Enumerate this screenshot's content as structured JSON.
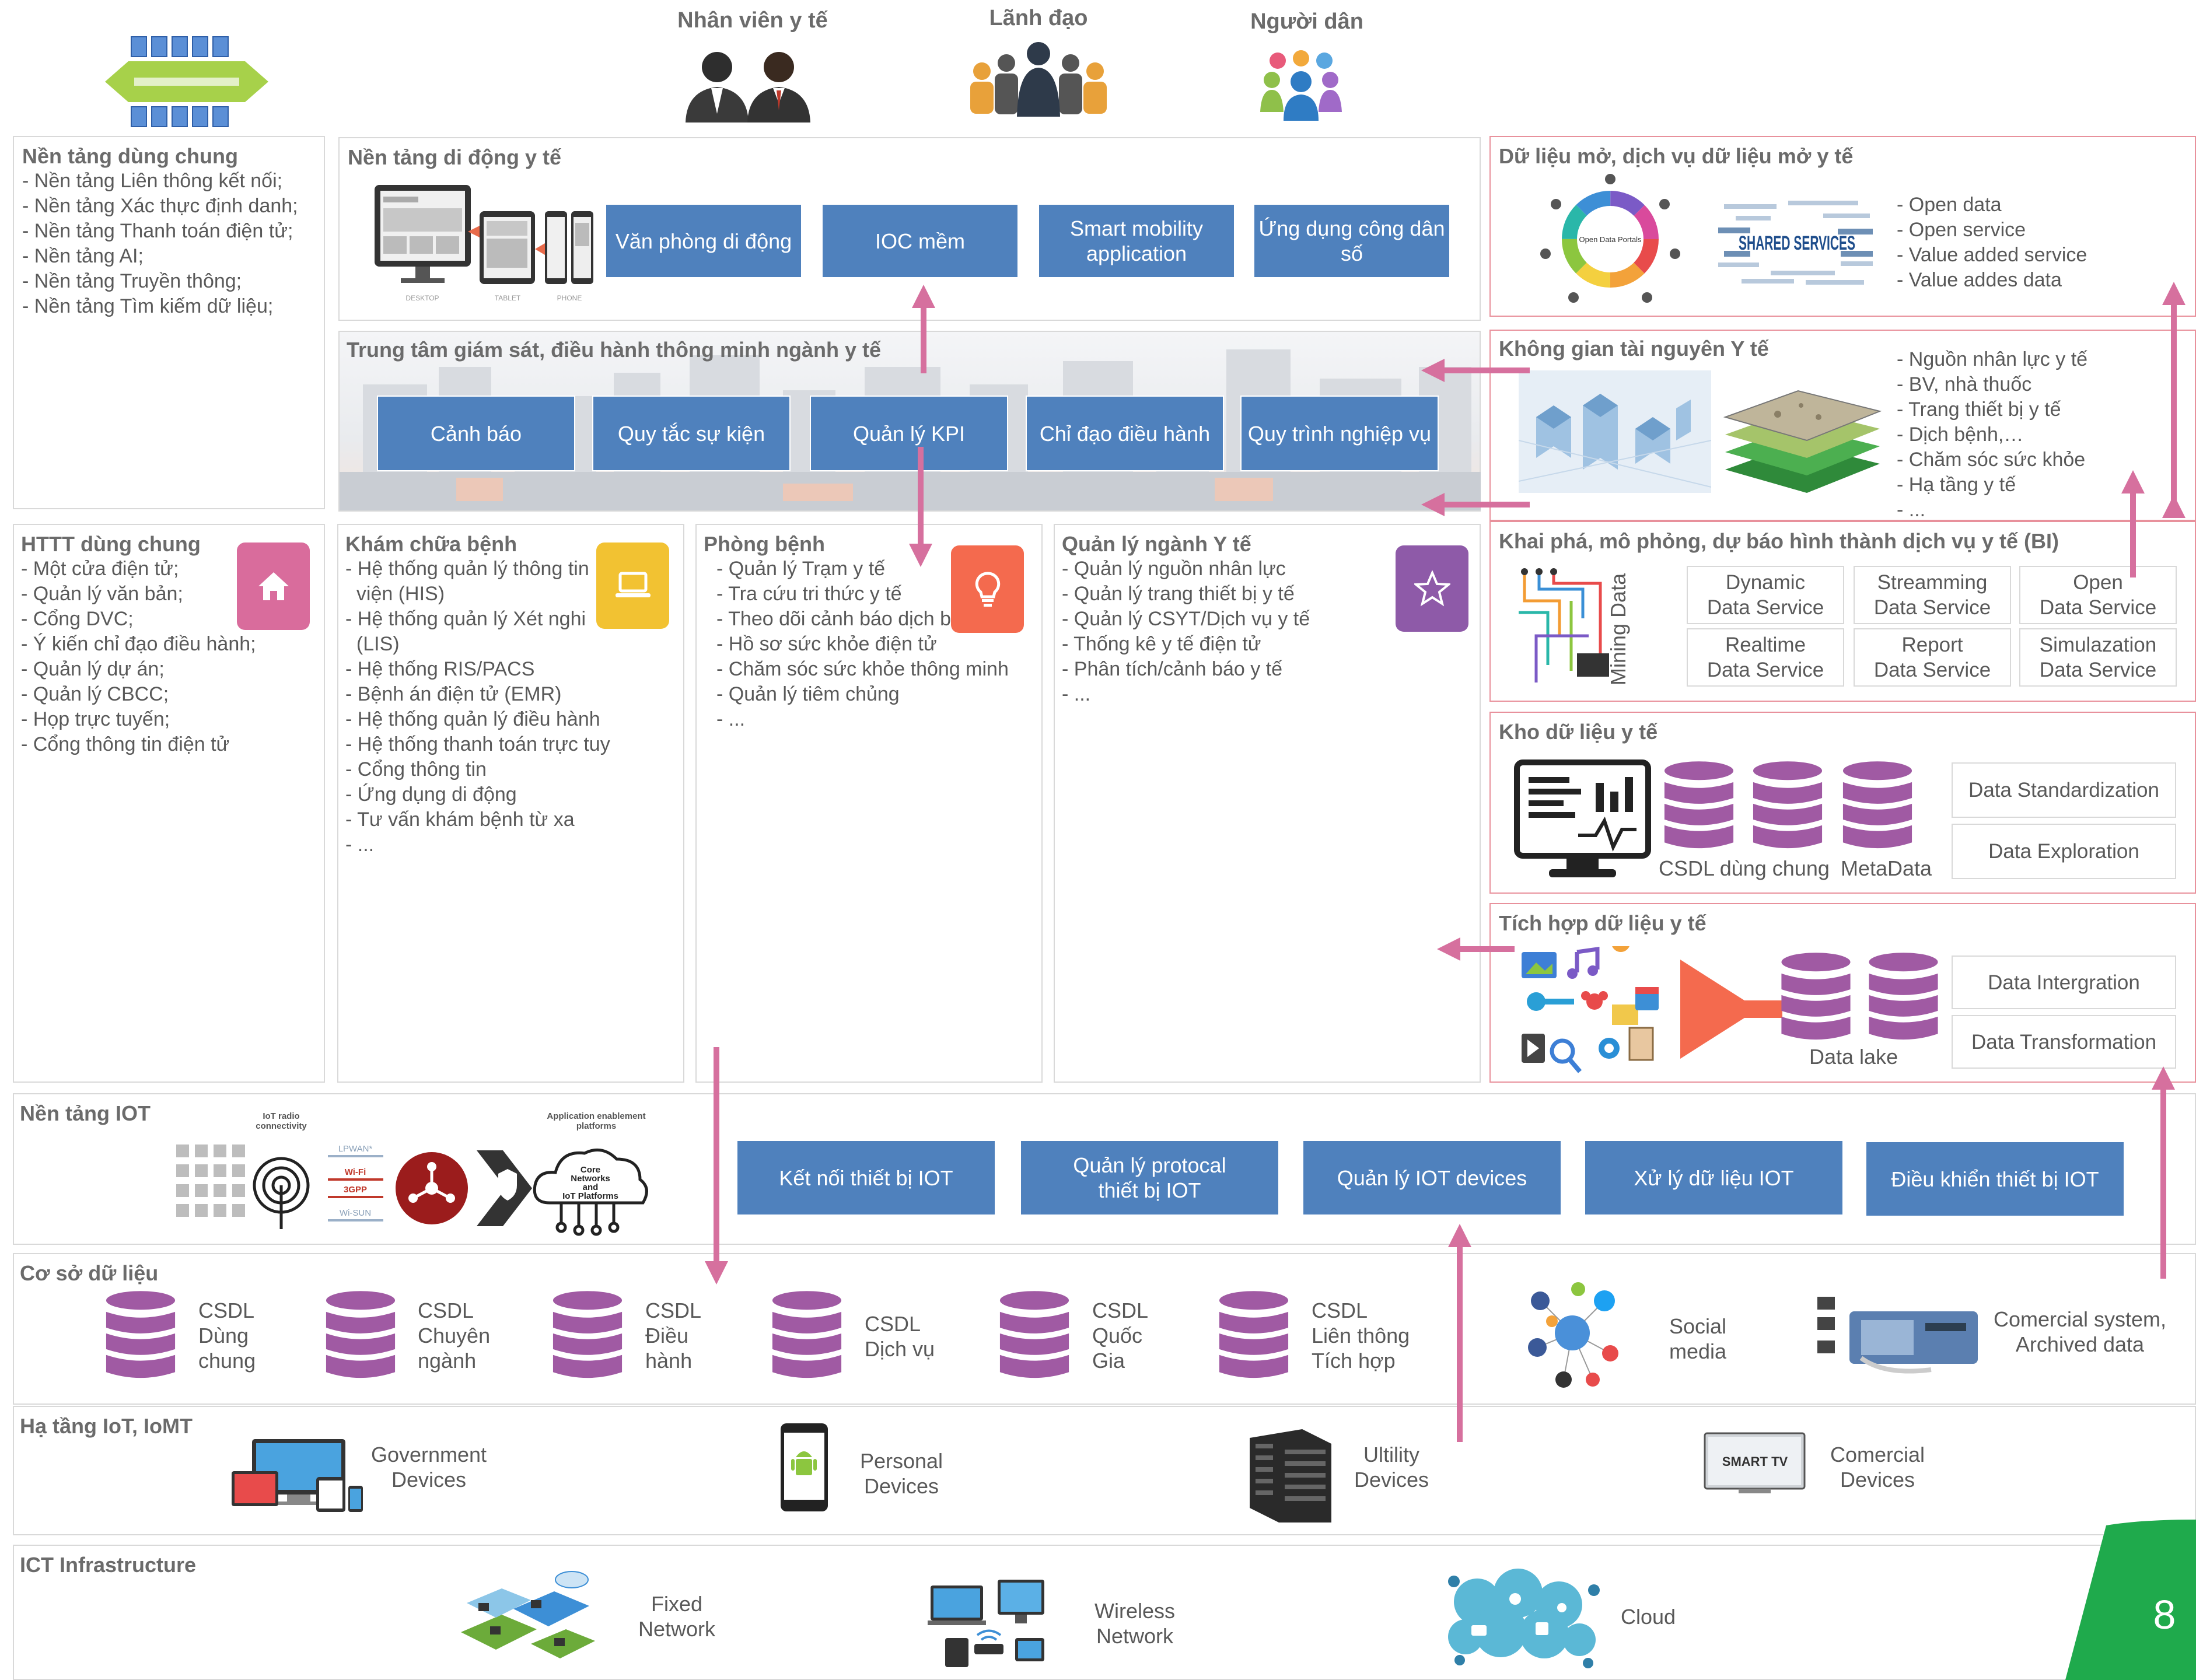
{
  "top": {
    "staff": "Nhân viên y tế",
    "leaders": "Lãnh đạo",
    "citizens": "Người dân"
  },
  "shared_platform": {
    "title": "Nền tảng dùng chung",
    "items": "- Nền tảng Liên thông kết nối;\n- Nền tảng Xác thực định danh;\n- Nền tảng Thanh toán điện tử;\n- Nền tảng AI;\n- Nền tảng Truyền thông;\n- Nền tảng Tìm kiếm dữ liệu;"
  },
  "mobile": {
    "title": "Nền tảng di động y tế",
    "screen_labels": [
      "DESKTOP",
      "TABLET",
      "PHONE"
    ],
    "buttons": [
      "Văn phòng di động",
      "IOC mềm",
      "Smart mobility application",
      "Ứng dụng công dân số"
    ]
  },
  "ioc": {
    "title": "Trung tâm giám sát, điều hành thông minh ngành y tế",
    "buttons": [
      "Cảnh báo",
      "Quy tắc sự kiện",
      "Quản lý KPI",
      "Chỉ đạo điều hành",
      "Quy trình nghiệp vụ"
    ]
  },
  "httt": {
    "title": "HTTT dùng chung",
    "items": "- Một cửa điện tử;\n- Quản lý văn bản;\n- Cổng DVC;\n- Ý kiến chỉ đạo điều hành;\n- Quản lý dự án;\n- Quản lý CBCC;\n- Họp trực tuyến;\n- Cổng thông tin điện tử"
  },
  "clinic": {
    "title": "Khám chữa bệnh",
    "items": "- Hệ thống quản lý thông tin\n  viện (HIS)\n- Hệ thống quản lý Xét nghi\n  (LIS)\n- Hệ thống RIS/PACS\n- Bệnh án điện tử (EMR)\n- Hệ thống quản lý điều hành\n- Hệ thống thanh toán trực tuyến\n- Cổng thông tin\n- Ứng dụng di động\n- Tư vấn khám bệnh từ xa\n- ..."
  },
  "prevention": {
    "title": "Phòng bệnh",
    "items": "- Quản lý Trạm y tế\n- Tra cứu tri thức y tế\n- Theo dõi cảnh báo dịch b\n- Hồ sơ sức khỏe điện tử\n- Chăm sóc sức khỏe thông minh\n- Quản lý tiêm chủng\n- ..."
  },
  "management": {
    "title": "Quản lý ngành Y tế",
    "items": "- Quản lý nguồn nhân lực\n- Quản lý trang thiết bị y tế\n- Quản lý CSYT/Dịch vụ y tế\n- Thống kê y tế điện tử\n- Phân tích/cảnh báo y tế\n- ..."
  },
  "open_data": {
    "title": "Dữ liệu mở, dịch vụ dữ liệu mở y tế",
    "items": "- Open data\n- Open service\n- Value added service\n- Value addes data",
    "center_text": "Open Data Portals",
    "cloud_text": "SHARED SERVICES"
  },
  "resources": {
    "title": "Không gian tài nguyên Y tế",
    "items": "- Nguồn nhân lực y tế\n- BV, nhà thuốc\n- Trang thiết bị y tế\n- Dịch bệnh,…\n- Chăm sóc sức khỏe\n- Hạ tầng y tế\n- ..."
  },
  "bi": {
    "title": "Khai phá, mô phỏng, dự báo hình thành dịch vụ y tế (BI)",
    "vertical_label": "Mining Data",
    "services": [
      "Dynamic\nData Service",
      "Streamming\nData Service",
      "Open\nData Service",
      "Realtime\nData Service",
      "Report\nData Service",
      "Simulazation\nData Service"
    ]
  },
  "warehouse": {
    "title": "Kho dữ liệu y tế",
    "csdl_label": "CSDL dùng chung",
    "meta_label": "MetaData",
    "buttons": [
      "Data Standardization",
      "Data Exploration"
    ]
  },
  "integration": {
    "title": "Tích hợp dữ liệu y tế",
    "lake_label": "Data lake",
    "buttons": [
      "Data Intergration",
      "Data Transformation"
    ]
  },
  "iot_platform": {
    "title": "Nền tảng IOT",
    "radio_label": "IoT radio\nconnectivity",
    "app_label": "Application enablement\nplatforms",
    "protocols": [
      "LPWAN*",
      "Wi-Fi",
      "3GPP",
      "Wi-SUN"
    ],
    "cloud_text": "Core\nNetworks\nand\nIoT Platforms",
    "buttons": [
      "Kết nối thiết bị IOT",
      "Quản lý protocal\nthiết bị IOT",
      "Quản lý IOT devices",
      "Xử lý dữ liệu IOT",
      "Điều khiển thiết bị IOT"
    ]
  },
  "database": {
    "title": "Cơ sở dữ liệu",
    "items": [
      "CSDL\nDùng\nchung",
      "CSDL\nChuyên\nngành",
      "CSDL\nĐiều\nhành",
      "CSDL\nDịch vụ",
      "CSDL\nQuốc\nGia",
      "CSDL\nLiên thông\nTích hợp"
    ],
    "social": "Social\nmedia",
    "commercial": "Comercial system,\nArchived data"
  },
  "iot_infra": {
    "title": "Hạ tầng IoT, IoMT",
    "items": [
      "Government\nDevices",
      "Personal\nDevices",
      "Ultility\nDevices",
      "Comercial\nDevices"
    ],
    "tv_text": "SMART TV"
  },
  "ict": {
    "title": "ICT Infrastructure",
    "items": [
      "Fixed\nNetwork",
      "Wireless\nNetwork",
      "Cloud"
    ]
  },
  "page_number": "8",
  "colors": {
    "button_blue": "#4f81bd",
    "arrow_pink": "#d6709e",
    "db_purple": "#a05aa3",
    "badge_home": "#d96c9c",
    "badge_laptop": "#f2c232",
    "badge_bulb": "#f46a4e",
    "badge_star": "#8e5aa8",
    "page_green": "#1faa4c"
  }
}
